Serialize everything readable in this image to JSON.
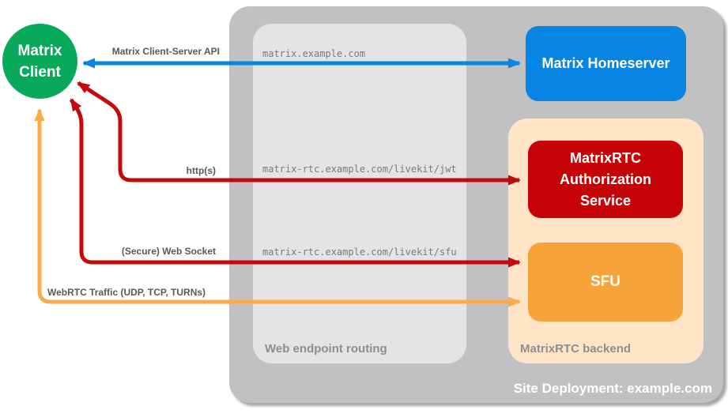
{
  "deployment": {
    "label": "Site Deployment: example.com"
  },
  "routing": {
    "label": "Web endpoint routing",
    "endpoints": [
      "matrix.example.com",
      "matrix-rtc.example.com/livekit/jwt",
      "matrix-rtc.example.com/livekit/sfu"
    ]
  },
  "backend": {
    "label": "MatrixRTC backend"
  },
  "nodes": {
    "client": {
      "label": "Matrix Client",
      "color": "#09a95c"
    },
    "homeserver": {
      "label": "Matrix Homeserver",
      "color": "#0884e2"
    },
    "auth": {
      "label": "MatrixRTC Authorization Service",
      "color": "#c60306"
    },
    "sfu": {
      "label": "SFU",
      "color": "#f8a23a"
    }
  },
  "arrows": {
    "client_server": {
      "label": "Matrix Client-Server API",
      "color": "#0884e2"
    },
    "http": {
      "label": "http(s)",
      "color": "#c5080c"
    },
    "websocket": {
      "label": "(Secure) Web Socket",
      "color": "#c5080c"
    },
    "webrtc": {
      "label": "WebRTC Traffic (UDP, TCP, TURNs)",
      "color": "#fbab4c"
    }
  },
  "colors": {
    "deployment_bg": "#c1c1c3",
    "routing_bg": "#e4e4e6",
    "backend_bg": "#ffe4c8",
    "label_gray": "#595959",
    "endpoint_gray": "#7a7a7a",
    "panel_label_gray": "#8e8e8e"
  }
}
